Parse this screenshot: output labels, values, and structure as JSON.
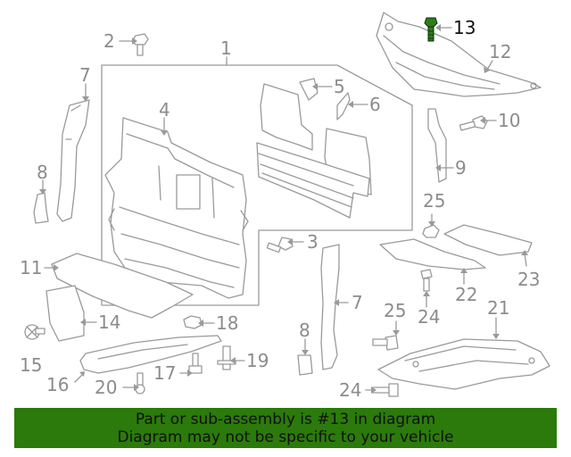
{
  "callouts": [
    {
      "id": "c1",
      "label": "1"
    },
    {
      "id": "c2",
      "label": "2"
    },
    {
      "id": "c3",
      "label": "3"
    },
    {
      "id": "c4",
      "label": "4"
    },
    {
      "id": "c5",
      "label": "5"
    },
    {
      "id": "c6",
      "label": "6"
    },
    {
      "id": "c7a",
      "label": "7"
    },
    {
      "id": "c7b",
      "label": "7"
    },
    {
      "id": "c8a",
      "label": "8"
    },
    {
      "id": "c8b",
      "label": "8"
    },
    {
      "id": "c9",
      "label": "9"
    },
    {
      "id": "c10",
      "label": "10"
    },
    {
      "id": "c11",
      "label": "11"
    },
    {
      "id": "c12",
      "label": "12"
    },
    {
      "id": "c13",
      "label": "13"
    },
    {
      "id": "c14",
      "label": "14"
    },
    {
      "id": "c15",
      "label": "15"
    },
    {
      "id": "c16",
      "label": "16"
    },
    {
      "id": "c17",
      "label": "17"
    },
    {
      "id": "c18",
      "label": "18"
    },
    {
      "id": "c19",
      "label": "19"
    },
    {
      "id": "c20",
      "label": "20"
    },
    {
      "id": "c21",
      "label": "21"
    },
    {
      "id": "c22",
      "label": "22"
    },
    {
      "id": "c23",
      "label": "23"
    },
    {
      "id": "c24a",
      "label": "24"
    },
    {
      "id": "c24b",
      "label": "24"
    },
    {
      "id": "c25a",
      "label": "25"
    },
    {
      "id": "c25b",
      "label": "25"
    }
  ],
  "highlight": {
    "part": "13",
    "color": "#2f7d1a"
  },
  "banner": {
    "line1": "Part or sub-assembly is #13 in diagram",
    "line2": "Diagram may not be specific to your vehicle",
    "color": "#2b7a0b"
  }
}
